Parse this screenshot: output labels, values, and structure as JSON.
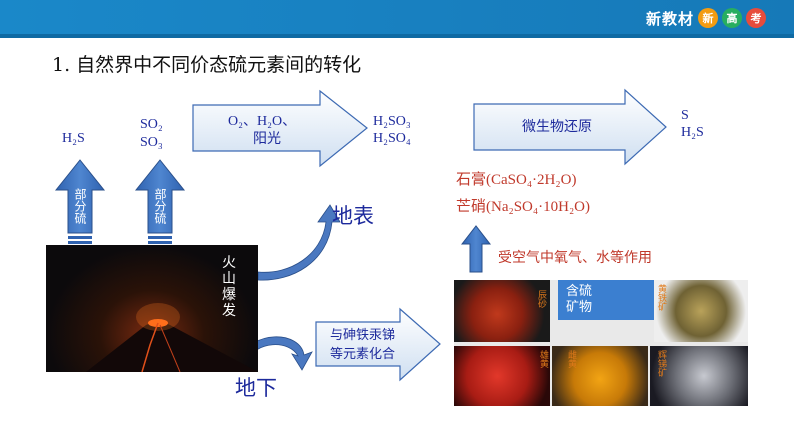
{
  "header": {
    "brand": "新教材",
    "badge1": "新",
    "badge2": "高",
    "badge3": "考"
  },
  "title": "1. 自然界中不同价态硫元素间的转化",
  "h2s": "H₂S",
  "so2": "SO₂",
  "so3": "SO₃",
  "up_arrow_left": "部分硫",
  "up_arrow_right": "部分硫",
  "arrow1_line1": "O₂、H₂O、",
  "arrow1_line2": "阳光",
  "h2so3": "H₂SO₃",
  "h2so4": "H₂SO₄",
  "arrow2_label": "微生物还原",
  "product_s": "S",
  "product_h2s": "H₂S",
  "gypsum": "石膏(CaSO₄·2H₂O)",
  "mirabilite": "芒硝(Na₂SO₄·10H₂O)",
  "surface": "地表",
  "volcano_label": "火山爆发",
  "underground": "地下",
  "combine_line1": "与砷铁汞锑",
  "combine_line2": "等元素化合",
  "air_effect": "受空气中氧气、水等作用",
  "sulfur_minerals_line1": "含硫",
  "sulfur_minerals_line2": "矿物",
  "ore_cinnabar": "辰砂",
  "ore_pyrite": "黄铁矿",
  "ore_realgar": "雄黄",
  "ore_orpiment": "雌黄",
  "ore_stibnite": "辉锑矿",
  "colors": {
    "header": "#1a88c9",
    "chem": "#1d2a9c",
    "red": "#c0392b",
    "arrow": "#3d6ab3"
  }
}
